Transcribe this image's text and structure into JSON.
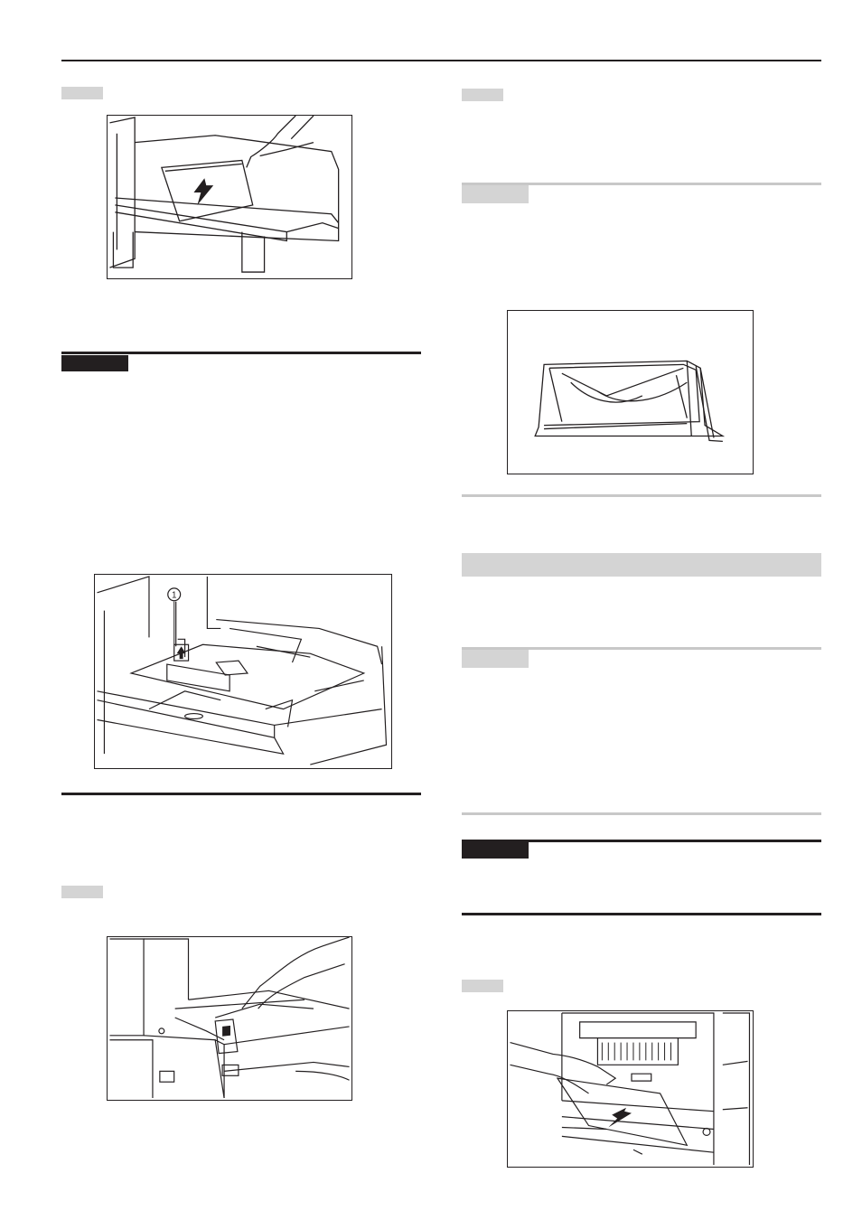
{
  "figures": {
    "tray_loading": {
      "icon": "paper-into-tray-illustration"
    },
    "tray_lift": {
      "icon": "tray-plate-lift-illustration",
      "callout": "1"
    },
    "tray_label": {
      "icon": "tray-size-label-illustration"
    },
    "paper_package": {
      "icon": "wrapped-paper-package-illustration"
    },
    "bypass_tray": {
      "icon": "bypass-tray-open-illustration"
    }
  }
}
